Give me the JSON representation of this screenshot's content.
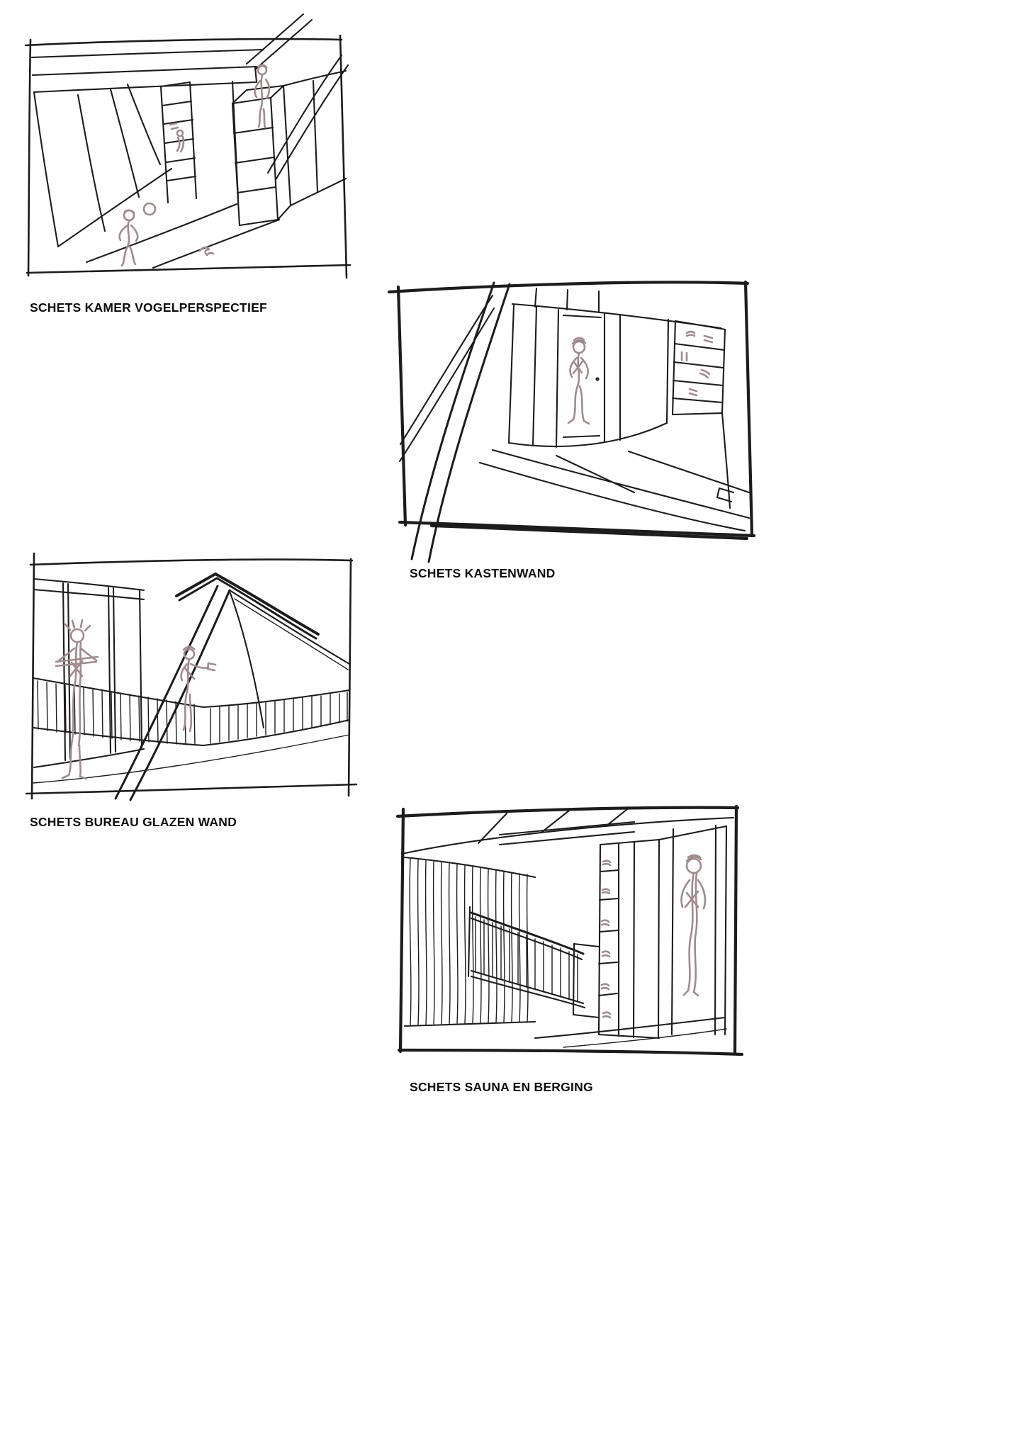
{
  "colors": {
    "ink": "#1c1c1c",
    "mauve": "#a18a8c",
    "paper": "#ffffff"
  },
  "panels": [
    {
      "name": "kamer-vogelperspectief",
      "caption": "SCHETS KAMER VOGELPERSPECTIEF"
    },
    {
      "name": "kastenwand",
      "caption": "SCHETS KASTENWAND"
    },
    {
      "name": "bureau-glazen-wand",
      "caption": "SCHETS BUREAU GLAZEN WAND"
    },
    {
      "name": "sauna-en-berging",
      "caption": "SCHETS SAUNA EN BERGING"
    }
  ]
}
